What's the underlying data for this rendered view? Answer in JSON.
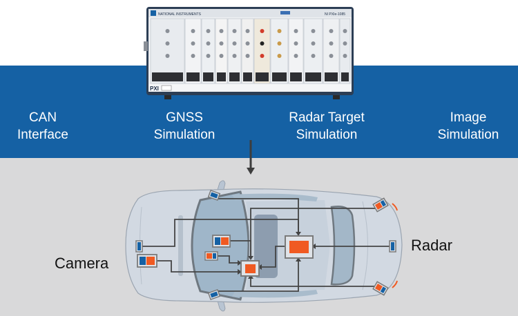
{
  "hardware": {
    "chassis_badge": "PXI",
    "brand": "NATIONAL INSTRUMENTS",
    "model": "NI PXIe-1085"
  },
  "modules": [
    {
      "id": "can",
      "label": "CAN\nInterface"
    },
    {
      "id": "gnss",
      "label": "GNSS\nSimulation"
    },
    {
      "id": "radar-target",
      "label": "Radar Target\nSimulation"
    },
    {
      "id": "image",
      "label": "Image\nSimulation"
    }
  ],
  "labels": {
    "camera": "Camera",
    "radar": "Radar"
  },
  "colors": {
    "band": "#1561a4",
    "background": "#d9d9da",
    "sensor_blue": "#1561a4",
    "sensor_orange": "#f05a22",
    "connector": "#444444",
    "box_border": "#7a7a7a"
  }
}
